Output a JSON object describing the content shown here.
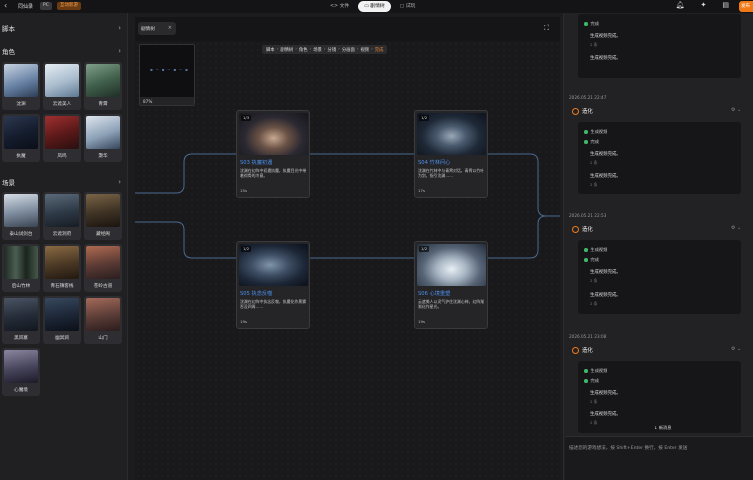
{
  "topbar": {
    "app_title": "同仙录",
    "platform_badge": "PC",
    "mode_badge": "互动影游",
    "tabs": [
      {
        "icon": "<>",
        "label": "文件",
        "active": false
      },
      {
        "icon": "▭",
        "label": "剧情树",
        "active": true
      },
      {
        "icon": "▢",
        "label": "试玩",
        "active": false
      }
    ],
    "publish_label": "发布"
  },
  "left": {
    "script_title": "脚本",
    "character_title": "角色",
    "characters": [
      "沈渊",
      "云遮美人",
      "青霄",
      "执魔",
      "凤鸣",
      "灏华"
    ],
    "scene_title": "场景",
    "scenes": [
      "泰山试剑台",
      "云遮洞府",
      "藏经阁",
      "后山竹林",
      "青石镇客栈",
      "苍岭古道",
      "黑风寨",
      "幽冥涧",
      "山门",
      "心魔境"
    ]
  },
  "canvas": {
    "tab_label": "剧情树",
    "tab_close": "×",
    "breadcrumb": [
      "脚本",
      "剧情树",
      "角色",
      "场景",
      "分镜",
      "分画面",
      "视频",
      "完成"
    ],
    "minimap_zoom": "87%",
    "nodes": [
      {
        "tag": "1/3",
        "title": "S03 执魔初遇",
        "desc": "沈渊在幻阵中初遇执魔，执魔目光中带着彻骨的冷意。",
        "duration": "15s"
      },
      {
        "tag": "1/2",
        "title": "S04 竹林问心",
        "desc": "沈渊在竹林中与青霄对话，青霄以竹叶为剑，指引沈渊……",
        "duration": "17s"
      },
      {
        "tag": "1/2",
        "title": "S05 执念反噬",
        "desc": "沈渊在幻阵中执念反噬，执魔化作黑雾吞没四周……",
        "duration": "19s"
      },
      {
        "tag": "1/2",
        "title": "S06 心境重塑",
        "desc": "云遮美人以灵气护住沈渊心神，幻阵渐渐化作星光。",
        "duration": "19s"
      }
    ]
  },
  "right": {
    "first_status": "完成",
    "first_lines": [
      "生成视频完成。",
      "生成视频完成。"
    ],
    "first_sub": "2 条",
    "groups": [
      {
        "timestamp": "2026.05.21 22:47",
        "title": "造化",
        "status1": "生成视频",
        "status2": "完成",
        "lines": [
          "生成视频完成。",
          "生成视频完成。"
        ],
        "subs": [
          "2 条",
          "2 条"
        ]
      },
      {
        "timestamp": "2026.05.21 22:53",
        "title": "造化",
        "status1": "生成视频",
        "status2": "完成",
        "lines": [
          "生成视频完成。",
          "生成视频完成。"
        ],
        "subs": [
          "2 条",
          "2 条"
        ]
      },
      {
        "timestamp": "2026.05.21 23:08",
        "title": "造化",
        "status1": "生成视频",
        "status2": "完成",
        "lines": [
          "生成视频完成。",
          "生成视频完成。"
        ],
        "subs": [
          "2 条",
          "2 条"
        ]
      }
    ],
    "new_message": "↓ 新消息",
    "composer_placeholder": "描述您的游戏想法，按 Shift+Enter 换行，按 Enter 发送"
  },
  "colors": {
    "accent": "#f07a18",
    "link": "#4d8fea",
    "success": "#3fb86a"
  }
}
